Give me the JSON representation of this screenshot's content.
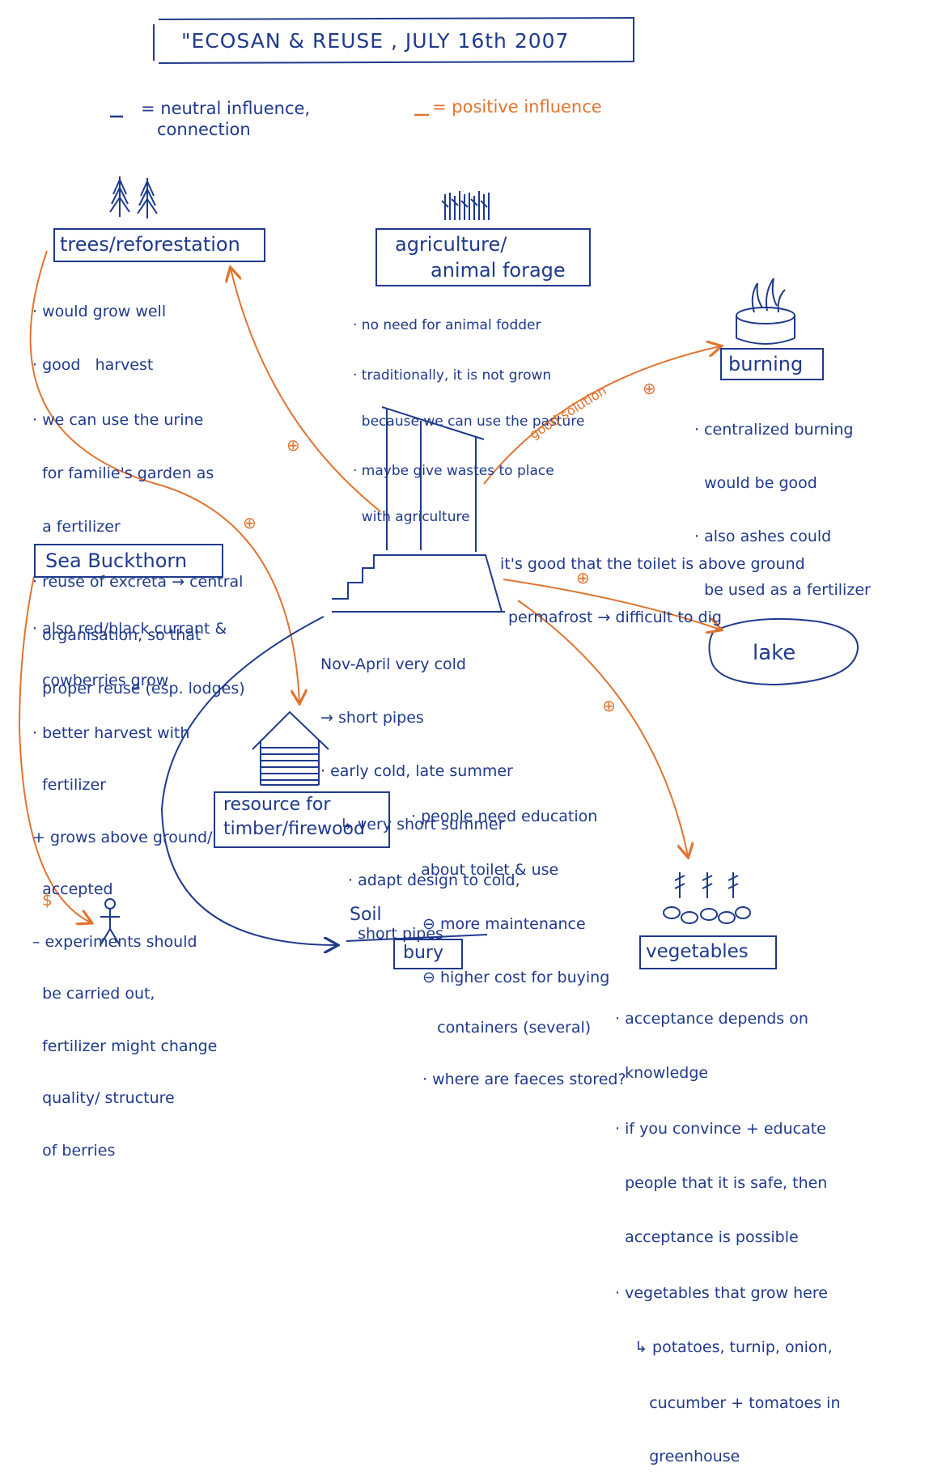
{
  "title": "\"ECOSAN & REUSE , JULY 16th 2007",
  "legend": {
    "neutral_mark": "–",
    "neutral_text": "= neutral influence,",
    "neutral_text2": "connection",
    "positive_mark": "–",
    "positive_text": "= positive influence"
  },
  "nodes": {
    "trees": "trees/reforestation",
    "agriculture_1": "agriculture/",
    "agriculture_2": "animal forage",
    "burning": "burning",
    "sea_buckthorn": "Sea Buckthorn",
    "lake": "lake",
    "resource_1": "resource for",
    "resource_2": "timber/firewood",
    "soil": "Soil",
    "bury": "bury",
    "vegetables": "vegetables"
  },
  "notes": {
    "trees": [
      "· would grow well",
      "· good   harvest",
      "· we can use the urine",
      "  for familie's garden as",
      "  a fertilizer",
      "· reuse of excreta → central",
      "  organisation, so that",
      "  proper reuse (esp. lodges)"
    ],
    "agriculture": [
      "· no need for animal fodder",
      "· traditionally, it is not grown",
      "  because we can use the pasture",
      "· maybe give wastes to place",
      "  with agriculture"
    ],
    "burning": [
      "· centralized burning",
      "  would be good",
      "· also ashes could",
      "  be used as a fertilizer"
    ],
    "above_ground": [
      "it's good that the toilet is above ground",
      "permafrost → difficult to dig"
    ],
    "sea_buckthorn": [
      "· also red/black currant &",
      "  cowberries grow",
      "· better harvest with",
      "  fertilizer",
      "+ grows above ground/",
      "  accepted",
      "– experiments should",
      "  be carried out,",
      "  fertilizer might change",
      "  quality/ structure",
      "  of berries"
    ],
    "toilet": [
      "Nov-April very cold",
      "→ short pipes",
      "· early cold, late summer",
      "  ↳ very short summer",
      "· adapt design to cold,",
      "  short pipes"
    ],
    "education": [
      "· people need education",
      ". about toilet & use",
      "⊖ more maintenance",
      "⊖ higher cost for buying",
      "   containers (several)",
      "· where are faeces stored?"
    ],
    "vegetables": [
      "· acceptance depends on",
      "  knowledge",
      "· if you convince + educate",
      "  people that it is safe, then",
      "  acceptance is possible",
      "· vegetables that grow here",
      "  ↳ potatoes, turnip, onion,",
      "     cucumber + tomatoes in",
      "     greenhouse"
    ]
  },
  "arrow_labels": {
    "good_solution": "good solution",
    "plus": "⊕",
    "dollar": "$"
  },
  "colors": {
    "neutral": "#1f3a8c",
    "positive": "#e0742f"
  }
}
